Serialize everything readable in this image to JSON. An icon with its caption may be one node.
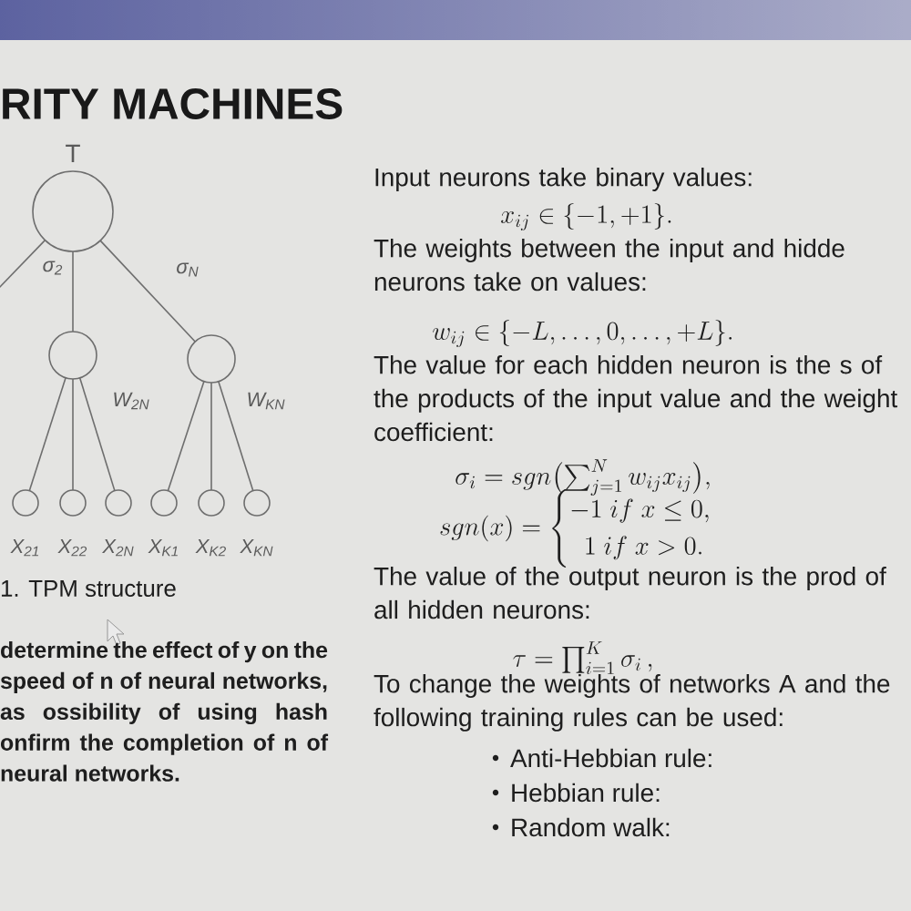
{
  "diagram": {
    "title": "RITY MACHINES",
    "nodes": [
      {
        "text": [
          "T"
        ]
      },
      {
        "text": [],
        "shape": "circle"
      },
      {
        "text": [],
        "shape": "circle"
      },
      {
        "text": [
          "X$_{21}$"
        ]
      },
      {
        "text": [
          "X$_{22}$"
        ]
      },
      {
        "text": [
          "X$_{2N}$"
        ]
      },
      {
        "text": [
          "X$_{K1}$"
        ]
      },
      {
        "text": [
          "X$_{K2}$"
        ]
      },
      {
        "text": [
          "X$_{KN}$"
        ]
      }
    ],
    "edges": [
      {
        "from": 0,
        "to": null,
        "arrow": "none"
      },
      {
        "from": 0,
        "to": 1,
        "arrow": "none",
        "label": "σ$_{2}$"
      },
      {
        "from": 0,
        "to": 2,
        "arrow": "none",
        "label": "σ$_{N}$"
      },
      {
        "from": 1,
        "to": 3,
        "arrow": "none"
      },
      {
        "from": 1,
        "to": 4,
        "arrow": "none"
      },
      {
        "from": 1,
        "to": 5,
        "arrow": "none",
        "label": "W$_{2N}$"
      },
      {
        "from": 2,
        "to": 6,
        "arrow": "none"
      },
      {
        "from": 2,
        "to": 7,
        "arrow": "none"
      },
      {
        "from": 2,
        "to": 8,
        "arrow": "none",
        "label": "W$_{KN}$"
      }
    ],
    "labels": [
      "1. TPM structure",
      "determine the effect of y on the speed of n of neural networks, as ossibility of using hash onfirm the completion of n of neural networks.",
      "Input neurons take binary values:",
      "x_{ij} \\in \\{-1,+1\\}.",
      "The weights between the input and hidde neurons take on values:",
      "w_{ij} \\in \\{-L,\\dots,0,\\dots,+L\\}.",
      "The value for each hidden neuron is the s of the products of the input value and the weight coefficient:",
      "\\sigma_i = sgn\\bigl(\\textstyle\\sum_{j=1}^{N} w_{ij}x_{ij}\\bigr),",
      "sgn(x) = \\begin{cases} -1\\ if\\ x \\le 0, \\\\ \\ \\ 1\\ if\\ x > 0. \\end{cases}",
      "The value of the output neuron is the prod of all hidden neurons:",
      "\\tau = \\textstyle\\prod_{i=1}^{K} \\sigma_i\\,,",
      "To change the weights of networks A and the following training rules can be used:",
      "Anti-Hebbian rule:",
      "Hebbian rule:",
      "Random walk:"
    ]
  }
}
